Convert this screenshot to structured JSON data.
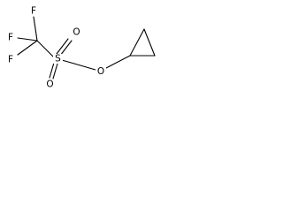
{
  "molecule": {
    "atoms": {
      "f_top": "F",
      "f_left": "F",
      "f_bottom": "F",
      "sulfur": "S",
      "oxygen_top": "O",
      "oxygen_bottom": "O",
      "oxygen_ester": "O"
    },
    "colors": {
      "bond": "#000000",
      "label": "#000000",
      "background": "#ffffff"
    }
  }
}
